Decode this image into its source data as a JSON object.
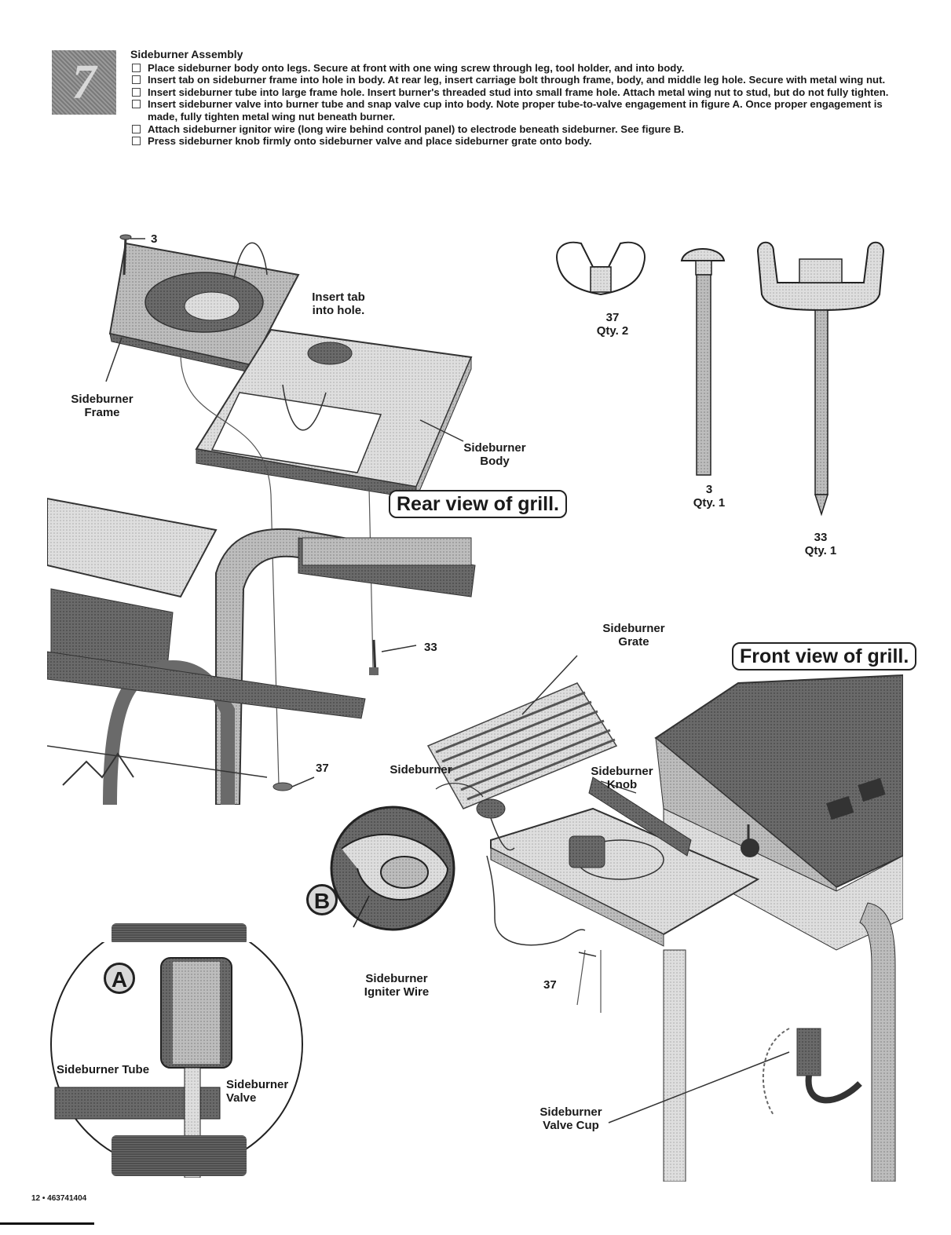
{
  "step": {
    "number": "7"
  },
  "title": "Sideburner Assembly",
  "instructions": [
    "Place sideburner body onto legs. Secure at front with one wing screw through leg, tool holder, and into body.",
    "Insert tab on sideburner frame into hole in body. At rear leg, insert carriage bolt through frame, body, and middle leg hole. Secure with metal wing nut.",
    "Insert sideburner tube into large frame hole. Insert burner's threaded stud into small frame hole. Attach metal wing nut to stud, but do not fully tighten.",
    "Insert sideburner valve into burner tube and snap valve cup into body. Note proper tube-to-valve engagement in figure A. Once proper engagement is made, fully tighten metal wing nut beneath burner.",
    "Attach sideburner ignitor wire (long wire behind control panel) to electrode beneath sideburner. See figure B.",
    "Press sideburner knob firmly onto sideburner valve and place sideburner grate onto body."
  ],
  "rear_view": {
    "title": "Rear view of grill.",
    "labels": {
      "part_3": "3",
      "insert_tab": "Insert tab\ninto hole.",
      "frame": "Sideburner\nFrame",
      "body": "Sideburner\nBody",
      "part_33": "33",
      "part_37": "37"
    }
  },
  "hardware": [
    {
      "number": "37",
      "qty": "Qty. 2",
      "icon": "wing-nut-icon"
    },
    {
      "number": "3",
      "qty": "Qty. 1",
      "icon": "carriage-bolt-icon"
    },
    {
      "number": "33",
      "qty": "Qty. 1",
      "icon": "wing-screw-icon"
    }
  ],
  "front_view": {
    "title": "Front view of grill.",
    "labels": {
      "grate": "Sideburner\nGrate",
      "sideburner": "Sideburner",
      "knob": "Sideburner\nKnob",
      "igniter_wire": "Sideburner\nIgniter Wire",
      "part_37": "37",
      "valve_cup": "Sideburner\nValve Cup"
    }
  },
  "figure_a": {
    "letter": "A",
    "tube": "Sideburner Tube",
    "valve": "Sideburner\nValve"
  },
  "figure_b": {
    "letter": "B"
  },
  "footer": "12 • 463741404"
}
